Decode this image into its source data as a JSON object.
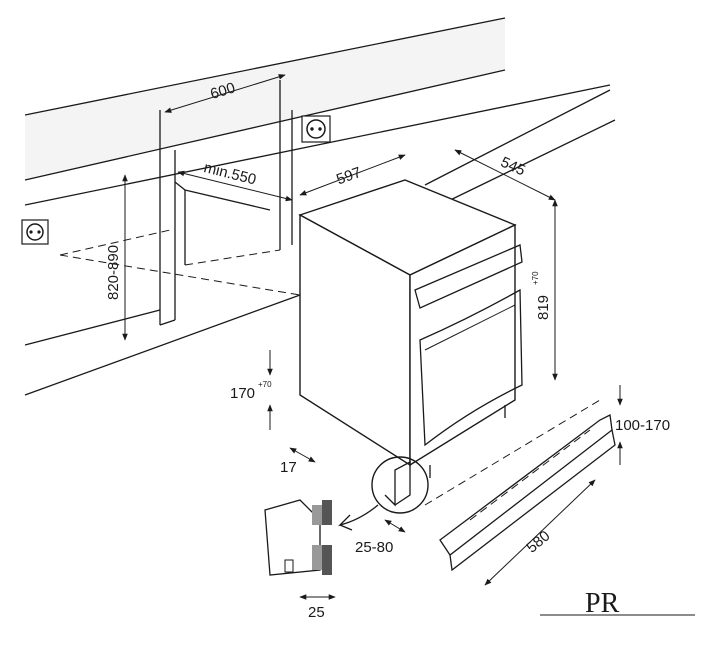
{
  "dimensions": {
    "d600": "600",
    "d597": "597",
    "d545": "545",
    "min550": "min.550",
    "d820_890": "820-890",
    "d819": "819",
    "d819_sup": "+70",
    "d170": "170",
    "d170_sup": "+70",
    "d17": "17",
    "d100_170": "100-170",
    "d580": "580",
    "d25_80": "25-80",
    "d25": "25"
  },
  "logo": {
    "text": "PR"
  }
}
